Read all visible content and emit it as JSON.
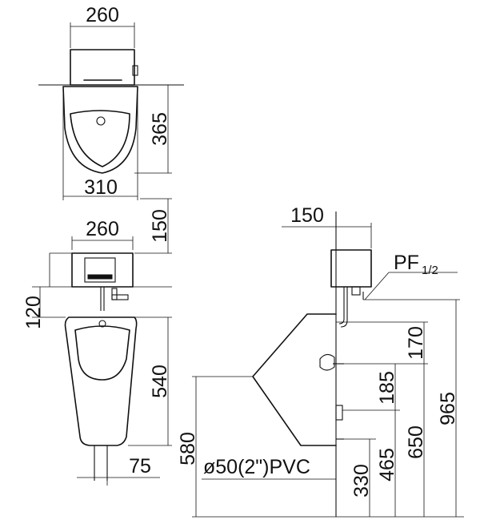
{
  "dimensions": {
    "top_tank_width": "260",
    "bowl_height": "365",
    "bowl_width": "310",
    "gap_150": "150",
    "front_tank_width": "260",
    "valve_offset": "120",
    "urinal_height": "540",
    "outlet_offset": "75",
    "total_580": "580",
    "side_tank_depth": "150",
    "pf_main": "PF",
    "pf_sub": "1/2",
    "h170": "170",
    "h185": "185",
    "h965": "965",
    "h650": "650",
    "h465": "465",
    "h330": "330",
    "pipe_label": "ø50(2\")PVC"
  }
}
